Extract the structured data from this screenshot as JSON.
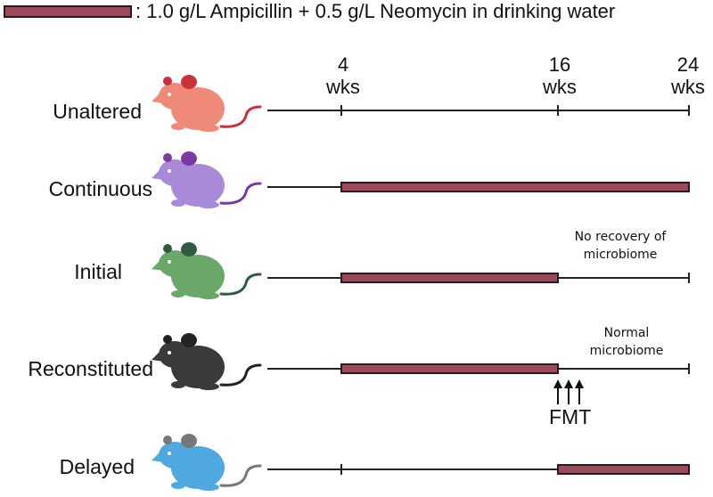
{
  "legend": {
    "text": ": 1.0 g/L Ampicillin + 0.5 g/L Neomycin in drinking water",
    "bar_color": "#9a4a5a"
  },
  "timeline": {
    "weeks": [
      {
        "value": "4",
        "unit": "wks"
      },
      {
        "value": "16",
        "unit": "wks"
      },
      {
        "value": "24",
        "unit": "wks"
      }
    ],
    "groups": [
      {
        "label": "Unaltered",
        "mouse_color": "#f08a78",
        "accent_color": "#c8323a",
        "treatment": null
      },
      {
        "label": "Continuous",
        "mouse_color": "#a98ad8",
        "accent_color": "#7a3aa0",
        "treatment": [
          4,
          24
        ]
      },
      {
        "label": "Initial",
        "mouse_color": "#6aa86a",
        "accent_color": "#2f5a40",
        "treatment": [
          4,
          16
        ],
        "note": [
          "No recovery of",
          "microbiome"
        ]
      },
      {
        "label": "Reconstituted",
        "mouse_color": "#3a3a3a",
        "accent_color": "#222222",
        "treatment": [
          4,
          16
        ],
        "note": [
          "Normal",
          "microbiome"
        ],
        "intervention": "FMT"
      },
      {
        "label": "Delayed",
        "mouse_color": "#4fa8e0",
        "accent_color": "#777777",
        "treatment": [
          16,
          24
        ]
      }
    ]
  }
}
